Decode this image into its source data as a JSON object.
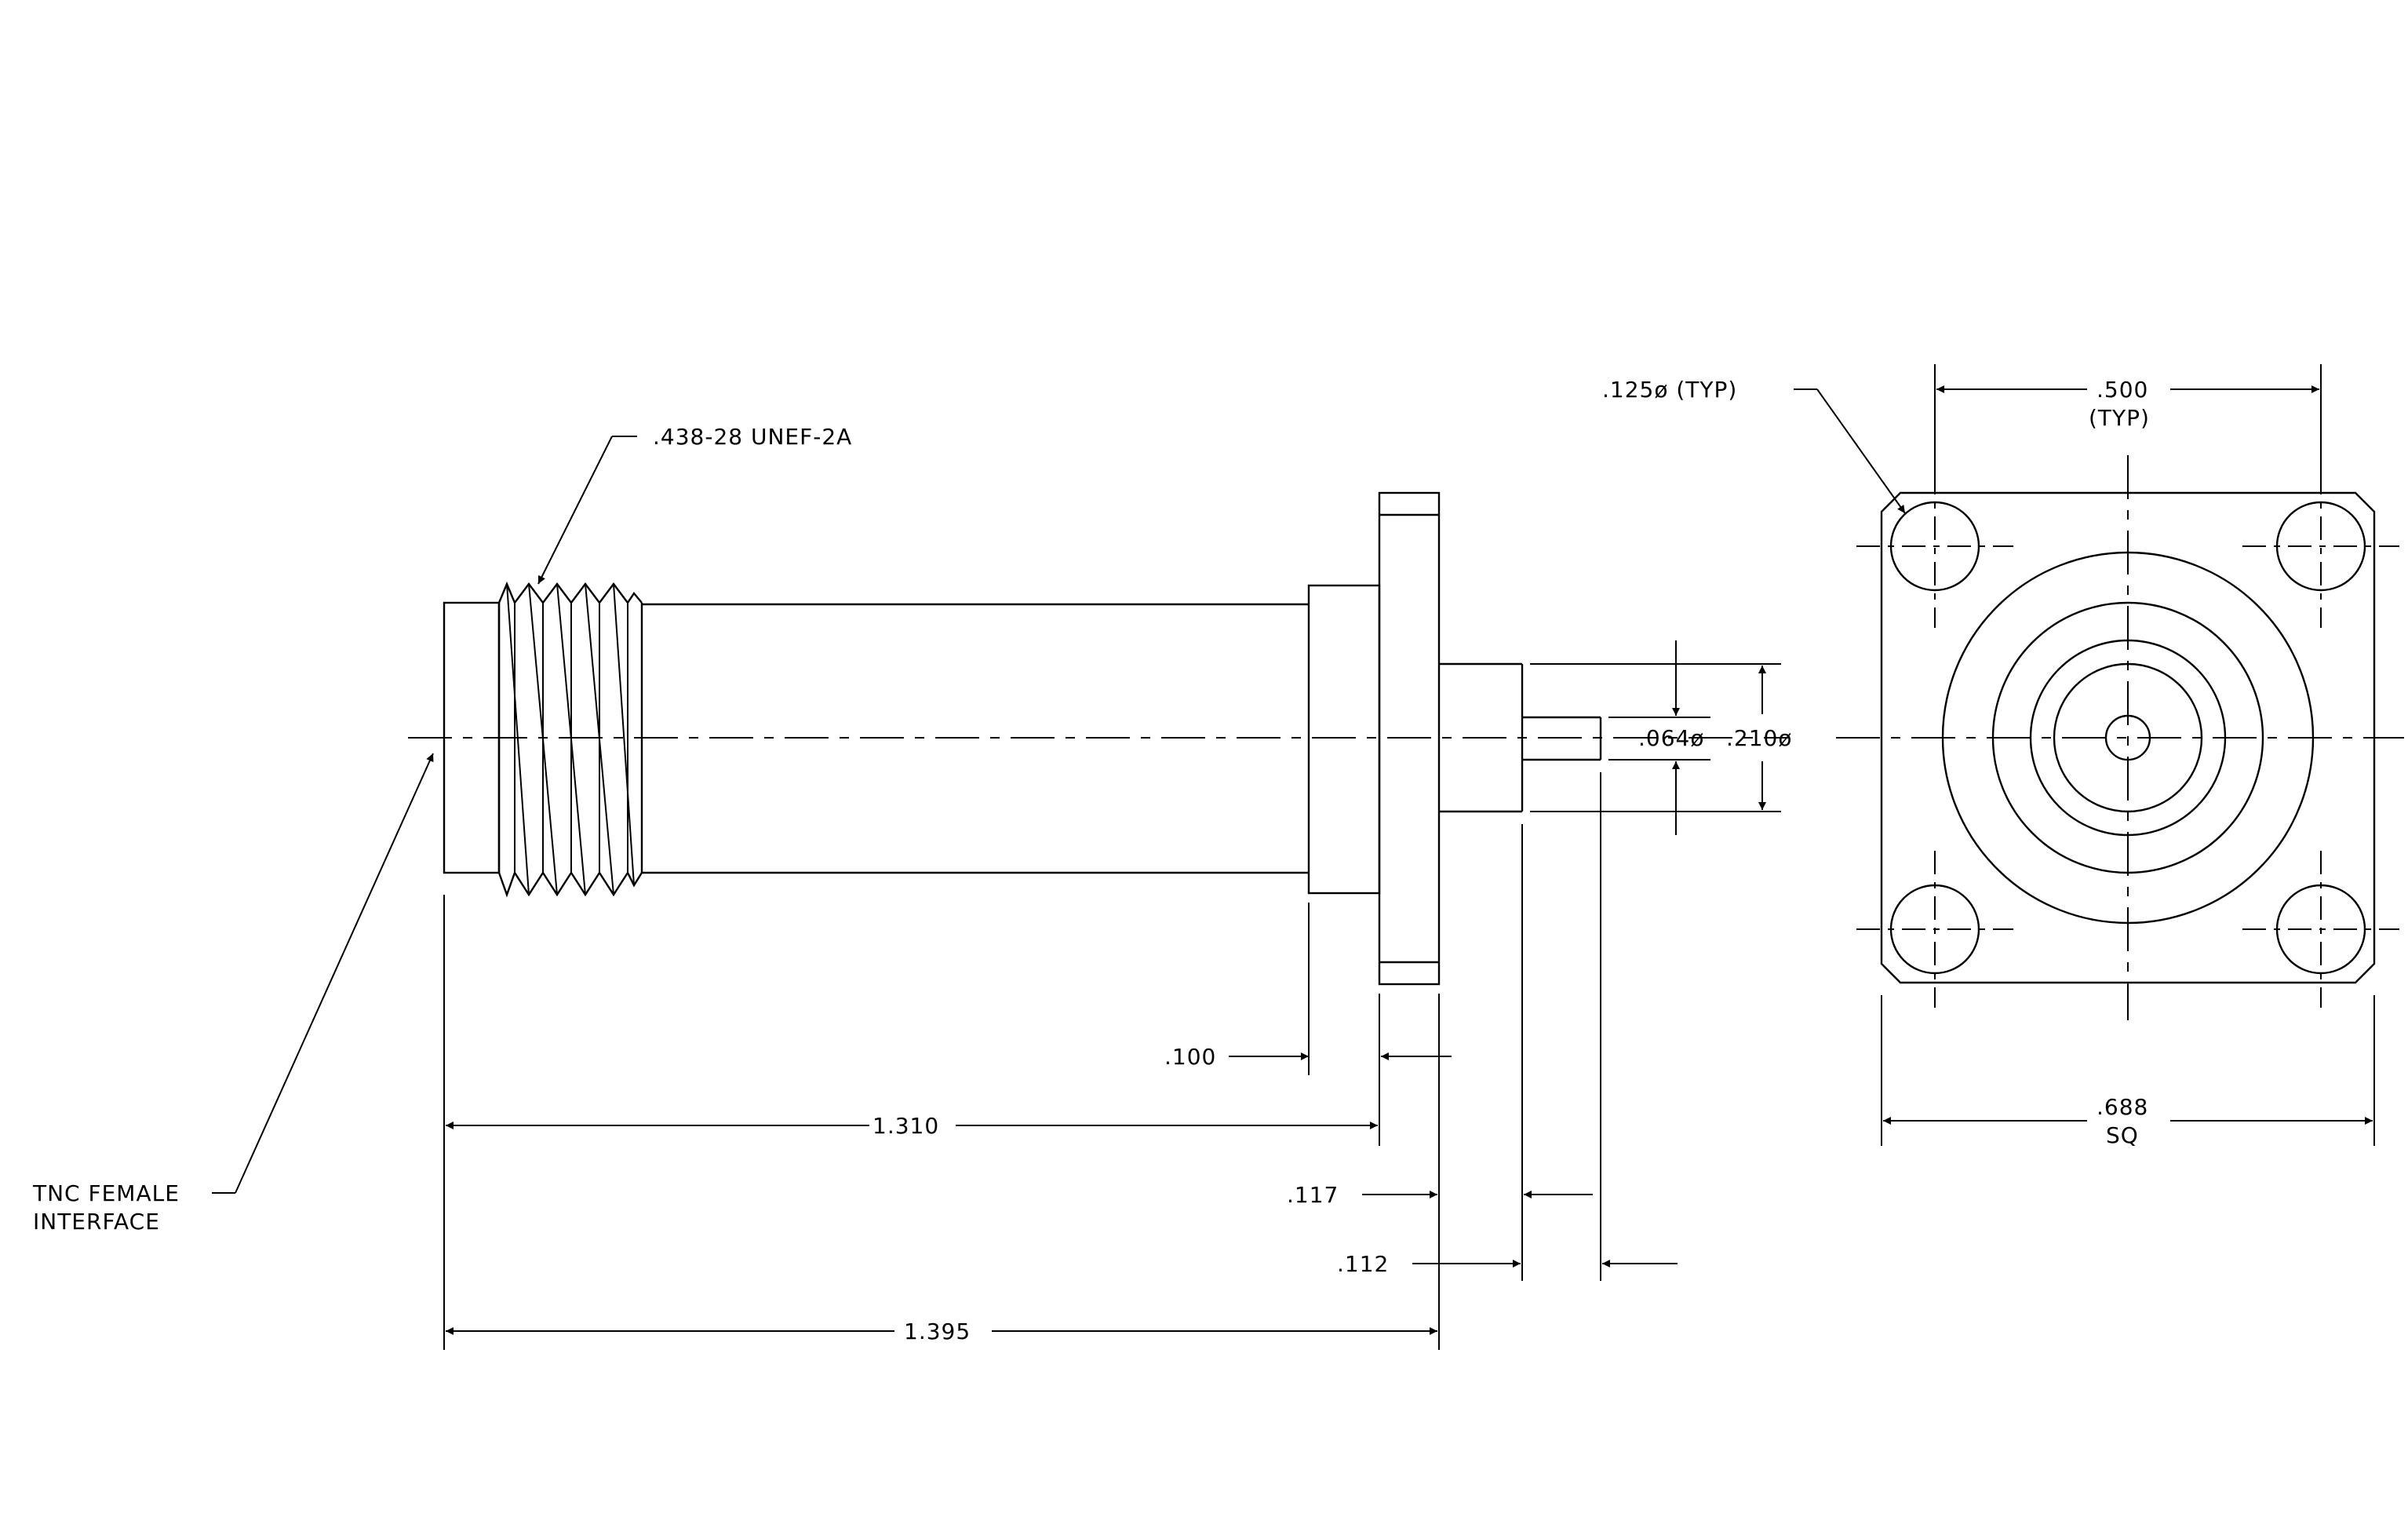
{
  "labels": {
    "thread": ".438-28 UNEF-2A",
    "interface_line1": "TNC FEMALE",
    "interface_line2": "INTERFACE",
    "hole_dia": ".125ø (TYP)",
    "hole_spacing": ".500",
    "hole_spacing_note": "(TYP)",
    "flange_size": ".688",
    "flange_size_note": "SQ",
    "pin_dia": ".064ø",
    "shoulder_dia": ".210ø"
  },
  "dimensions": {
    "d100": ".100",
    "d1310": "1.310",
    "d117": ".117",
    "d112": ".112",
    "d1395": "1.395"
  }
}
